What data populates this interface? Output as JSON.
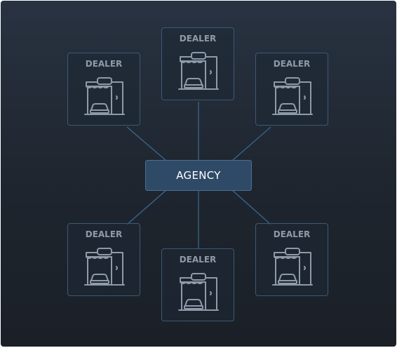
{
  "diagram": {
    "hub": {
      "label": "AGENCY"
    },
    "nodes": [
      {
        "label": "DEALER"
      },
      {
        "label": "DEALER"
      },
      {
        "label": "DEALER"
      },
      {
        "label": "DEALER"
      },
      {
        "label": "DEALER"
      },
      {
        "label": "DEALER"
      }
    ]
  },
  "colors": {
    "background": "#242c38",
    "link": "#3b6a94",
    "node_border": "#3b5976",
    "hub_fill": "#2f4a66",
    "icon_stroke": "#8f9aa8"
  },
  "icons": {
    "dealer": "car-dealership-icon"
  }
}
